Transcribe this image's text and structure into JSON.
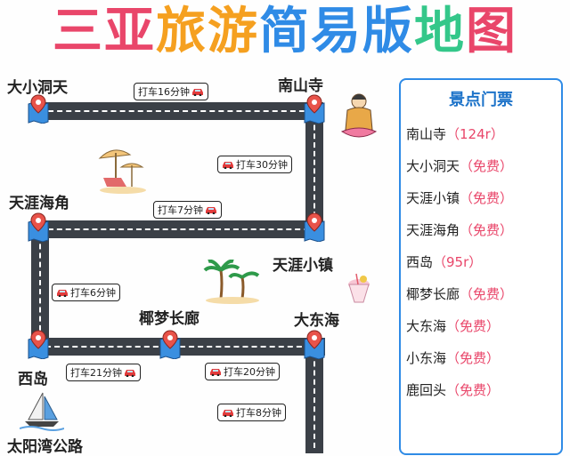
{
  "title": {
    "parts": [
      {
        "text": "三亚",
        "color": "#e9466a"
      },
      {
        "text": "旅游",
        "color": "#f5a020"
      },
      {
        "text": "简易版",
        "color": "#2f8be6"
      },
      {
        "text": "地",
        "color": "#34c78a"
      },
      {
        "text": "图",
        "color": "#e9466a"
      }
    ]
  },
  "locations": {
    "daxiaodongtian": "大小洞天",
    "nanshansi": "南山寺",
    "tianyahaijiao": "天涯海角",
    "tianyaxiaozhen": "天涯小镇",
    "yemengchanglang": "椰梦长廊",
    "dadonghai": "大东海",
    "xidao": "西岛",
    "taiyangwan": "太阳湾公路"
  },
  "routes": [
    {
      "id": "daxiao-nanshan",
      "text": "打车16分钟"
    },
    {
      "id": "nanshan-tianyaxiaozhen",
      "text": "打车30分钟"
    },
    {
      "id": "tianyahaijiao-tianyaxiaozhen",
      "text": "打车7分钟"
    },
    {
      "id": "tianyahaijiao-xidao",
      "text": "打车6分钟"
    },
    {
      "id": "xidao-yemeng",
      "text": "打车21分钟"
    },
    {
      "id": "yemeng-dadonghai",
      "text": "打车20分钟"
    },
    {
      "id": "dadonghai-down",
      "text": "打车8分钟"
    }
  ],
  "tickets": {
    "title": "景点门票",
    "items": [
      {
        "name": "南山寺",
        "price": "（124r）"
      },
      {
        "name": "大小洞天",
        "price": "（免费）"
      },
      {
        "name": "天涯小镇",
        "price": "（免费）"
      },
      {
        "name": "天涯海角",
        "price": "（免费）"
      },
      {
        "name": "西岛",
        "price": "（95r）"
      },
      {
        "name": "椰梦长廊",
        "price": "（免费）"
      },
      {
        "name": "大东海",
        "price": "（免费）"
      },
      {
        "name": "小东海",
        "price": "（免费）"
      },
      {
        "name": "鹿回头",
        "price": "（免费）"
      }
    ]
  },
  "colors": {
    "road": "#3b4047",
    "accent_blue": "#2f8be6",
    "price_red": "#e9466a"
  }
}
